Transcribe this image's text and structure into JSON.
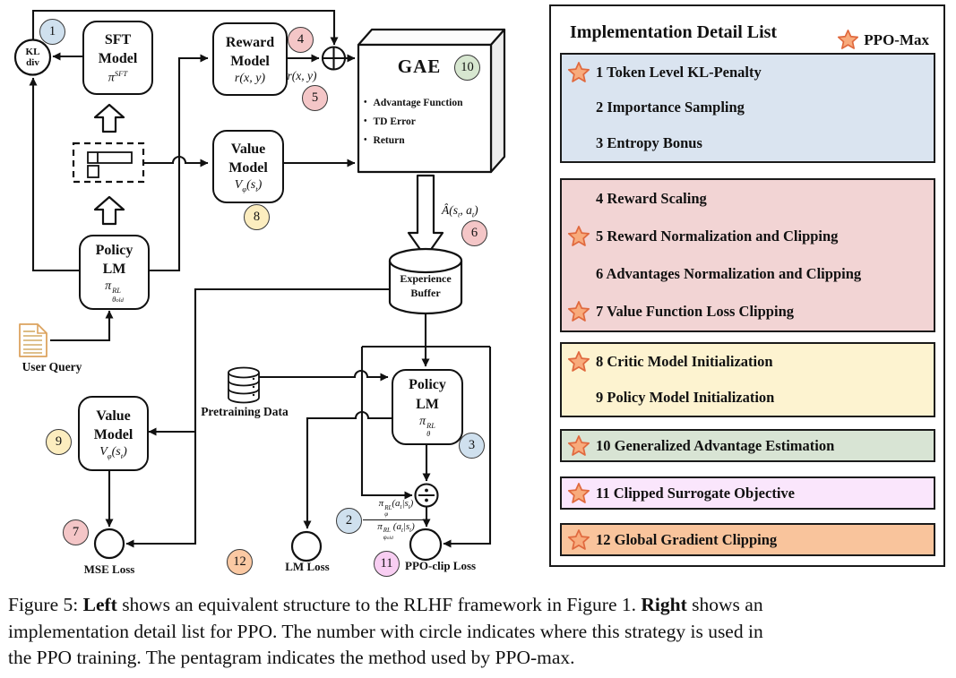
{
  "diagram": {
    "kl": {
      "l1": "KL",
      "l2": "div"
    },
    "nodes": {
      "sft": {
        "l1": "SFT",
        "l2": "Model",
        "pi": "π",
        "sup": "SFT"
      },
      "reward": {
        "l1": "Reward",
        "l2": "Model",
        "math": "r(x, y)"
      },
      "value_top": {
        "l1": "Value",
        "l2": "Model",
        "m": {
          "p1": "V",
          "s1": "φ",
          "p2": "(s",
          "s2": "t",
          "p3": ")"
        }
      },
      "policy_old": {
        "l1": "Policy",
        "l2": "LM",
        "pi": "π",
        "sup": "RL",
        "sub": "θ",
        "subsub": "old"
      },
      "policy_new": {
        "l1": "Policy",
        "l2": "LM",
        "pi": "π",
        "sup": "RL",
        "sub": "θ"
      },
      "value_bottom": {
        "l1": "Value",
        "l2": "Model",
        "m": {
          "p1": "V",
          "s1": "φ",
          "p2": "(s",
          "s2": "t",
          "p3": ")"
        }
      }
    },
    "gae": {
      "title": "GAE",
      "bullets": [
        "Advantage Function",
        "TD Error",
        "Return"
      ]
    },
    "buffer": {
      "l1": "Experience",
      "l2": "Buffer"
    },
    "labels": {
      "rxy": "r(x, y)",
      "user_query": "User Query",
      "pretraining": "Pretraining Data",
      "mse_loss": "MSE Loss",
      "lm_loss": "LM Loss",
      "ppo_loss": "PPO-clip Loss"
    },
    "advantage": {
      "p1": "Â(s",
      "s1": "t",
      "p2": ", a",
      "s2": "t",
      "p3": ")"
    },
    "ratio": {
      "num": {
        "pi": "π",
        "sup": "RL",
        "sub": "φ",
        "a1": "(a",
        "t1": "t",
        "a2": "|s",
        "t2": "t",
        "a3": ")"
      },
      "den": {
        "pi": "π",
        "sup": "RL",
        "sub": "φ",
        "subsub": "old",
        "a1": "(a",
        "t1": "t",
        "a2": "|s",
        "t2": "t",
        "a3": ")"
      }
    },
    "badges": [
      {
        "n": "1"
      },
      {
        "n": "2"
      },
      {
        "n": "3"
      },
      {
        "n": "4"
      },
      {
        "n": "5"
      },
      {
        "n": "6"
      },
      {
        "n": "7"
      },
      {
        "n": "8"
      },
      {
        "n": "9"
      },
      {
        "n": "10"
      },
      {
        "n": "11"
      },
      {
        "n": "12"
      }
    ]
  },
  "panel": {
    "title": "Implementation Detail List",
    "legend_label": "PPO-Max",
    "groups": [
      {
        "items": [
          {
            "star": true,
            "label": "1 Token Level KL-Penalty"
          },
          {
            "star": false,
            "label": "2 Importance Sampling"
          },
          {
            "star": false,
            "label": "3 Entropy Bonus"
          }
        ]
      },
      {
        "items": [
          {
            "star": false,
            "label": "4 Reward Scaling"
          },
          {
            "star": true,
            "label": "5 Reward Normalization and Clipping"
          },
          {
            "star": false,
            "label": "6 Advantages Normalization and Clipping"
          },
          {
            "star": true,
            "label": "7 Value Function Loss Clipping"
          }
        ]
      },
      {
        "items": [
          {
            "star": true,
            "label": "8 Critic Model Initialization"
          },
          {
            "star": false,
            "label": "9 Policy Model Initialization"
          }
        ]
      },
      {
        "items": [
          {
            "star": true,
            "label": "10 Generalized Advantage Estimation"
          }
        ]
      },
      {
        "items": [
          {
            "star": true,
            "label": "11 Clipped Surrogate Objective"
          }
        ]
      },
      {
        "items": [
          {
            "star": true,
            "label": "12 Global Gradient Clipping"
          }
        ]
      }
    ]
  },
  "caption": {
    "fig": "Figure 5: ",
    "bold1": "Left",
    "mid": " shows an equivalent structure to the RLHF framework in Figure 1. ",
    "bold2": "Right",
    "end": " shows an",
    "line2": "implementation detail list for PPO. The number with circle indicates where this strategy is used in",
    "line3": "the PPO training. The pentagram indicates the method used by PPO-max."
  },
  "colors": {
    "star_fill": "#f8ab7c",
    "star_stroke": "#e0693e",
    "badge_blue": "#cfe0ee",
    "badge_pink": "#f4c6c7",
    "badge_yellow": "#fcedbf",
    "badge_green": "#d7e7d0",
    "badge_magenta": "#f8cef2",
    "badge_orange": "#fbc9a3",
    "group_blue": "#dae4f0",
    "group_red": "#f2d4d4",
    "group_yellow": "#fdf3d0",
    "group_green": "#d8e4d4",
    "group_violet": "#fae6fc",
    "group_orange": "#f9c49c"
  }
}
